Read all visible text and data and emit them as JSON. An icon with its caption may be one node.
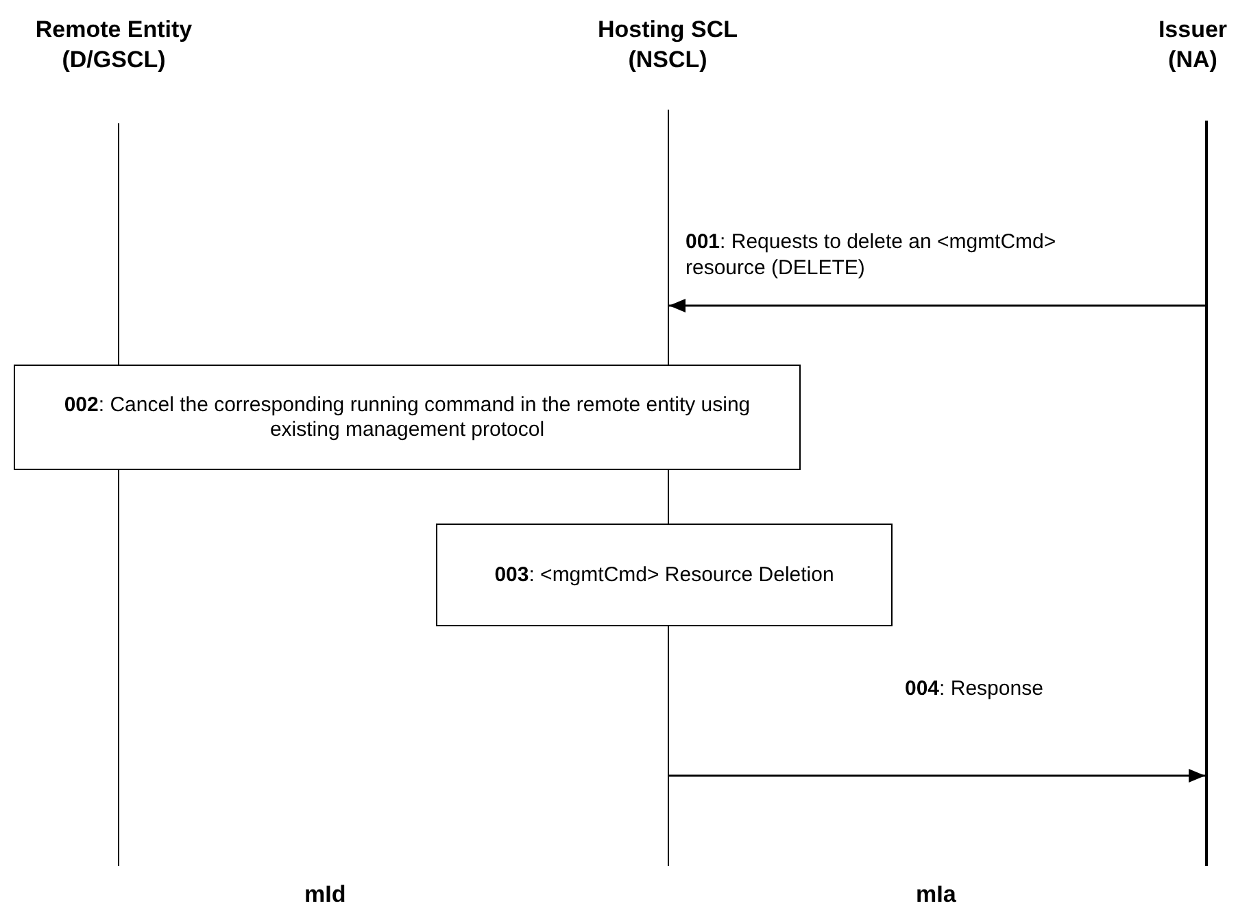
{
  "diagram": {
    "nodes": [
      {
        "text": [
          "Remote Entity (D/GSCL)"
        ]
      },
      {
        "text": [
          "Hosting SCL (NSCL)"
        ]
      },
      {
        "text": [
          "Issuer (NA)"
        ]
      },
      {
        "text": [],
        "shape": "bar"
      },
      {
        "text": [],
        "shape": "bar"
      },
      {
        "text": [],
        "shape": "bar"
      },
      {
        "text": [
          "**002**: Cancel the corresponding running command in the remote entity using existing management protocol"
        ]
      },
      {
        "text": [
          "**003**: <mgmtCmd> Resource Deletion"
        ]
      }
    ],
    "edges": [
      {
        "from": 5,
        "to": 4,
        "arrow": "to",
        "label": "**001**: Requests to delete an <mgmtCmd> resource (DELETE)"
      },
      {
        "from": 4,
        "to": 5,
        "arrow": "to",
        "label": "**004**: Response"
      }
    ],
    "labels": [
      "mId",
      "mIa"
    ]
  }
}
